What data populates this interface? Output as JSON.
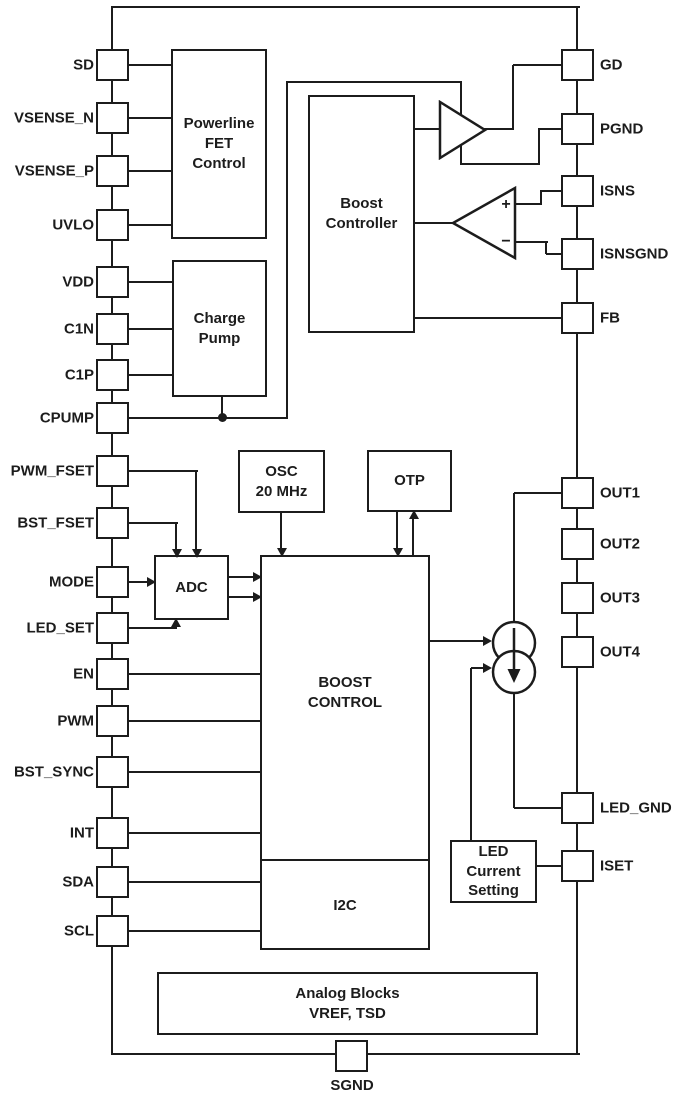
{
  "colors": {
    "line": "#1c1c1c",
    "background": "#ffffff"
  },
  "pins": {
    "left": [
      "SD",
      "VSENSE_N",
      "VSENSE_P",
      "UVLO",
      "VDD",
      "C1N",
      "C1P",
      "CPUMP",
      "PWM_FSET",
      "BST_FSET",
      "MODE",
      "LED_SET",
      "EN",
      "PWM",
      "BST_SYNC",
      "INT",
      "SDA",
      "SCL"
    ],
    "right": [
      "GD",
      "PGND",
      "ISNS",
      "ISNSGND",
      "FB",
      "OUT1",
      "OUT2",
      "OUT3",
      "OUT4",
      "LED_GND",
      "ISET"
    ],
    "bottom": [
      "SGND"
    ]
  },
  "blocks": {
    "powerline_fet_control": "Powerline\nFET\nControl",
    "charge_pump": "Charge\nPump",
    "boost_controller": "Boost\nController",
    "osc": "OSC\n20 MHz",
    "otp": "OTP",
    "adc": "ADC",
    "boost_control": "BOOST\nCONTROL",
    "i2c": "I2C",
    "led_current_setting": "LED\nCurrent\nSetting",
    "analog_blocks": "Analog Blocks\nVREF, TSD"
  },
  "symbols": {
    "gate_driver": "buffer-triangle",
    "comparator": {
      "plus": "+",
      "minus": "−"
    },
    "led_current_source": "double-circle-current-source"
  }
}
